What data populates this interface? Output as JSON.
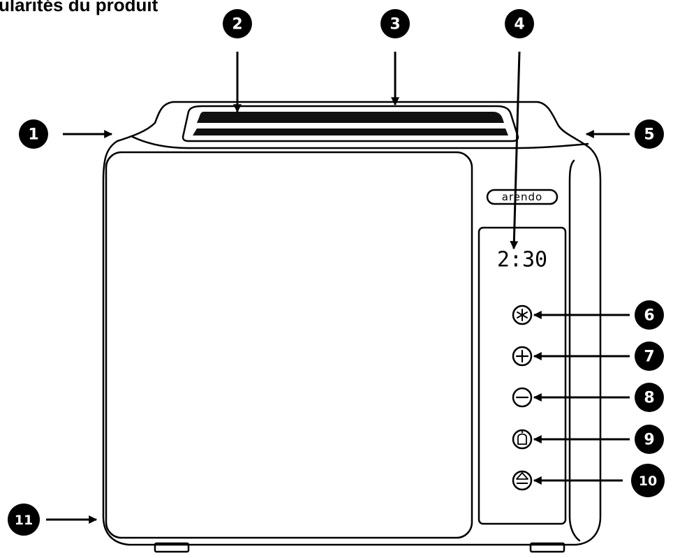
{
  "heading": "ularités du produit",
  "brand": "arendo",
  "display": {
    "time": "2:30"
  },
  "callouts": [
    "1",
    "2",
    "3",
    "4",
    "5",
    "6",
    "7",
    "8",
    "9",
    "10",
    "11"
  ]
}
